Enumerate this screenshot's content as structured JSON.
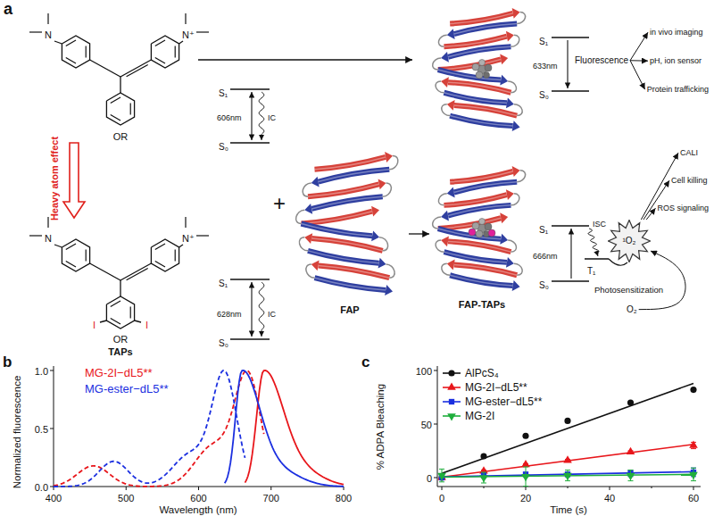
{
  "diagram": {
    "nodes": [
      {
        "text": [
          "Fluorescence"
        ]
      },
      {
        "text": [
          "in vivo imaging"
        ]
      },
      {
        "text": [
          "pH, ion sensor"
        ]
      },
      {
        "text": [
          "Protein trafficking"
        ]
      },
      {
        "text": [
          "CALI"
        ]
      },
      {
        "text": [
          "Cell killing"
        ]
      },
      {
        "text": [
          "ROS signaling"
        ]
      },
      {
        "text": [
          "¹O₂"
        ]
      },
      {
        "text": [
          "O₂"
        ]
      }
    ],
    "edges": [
      {
        "from": 0,
        "to": 1,
        "arrow": "to"
      },
      {
        "from": 0,
        "to": 2,
        "arrow": "to"
      },
      {
        "from": 0,
        "to": 3,
        "arrow": "to"
      },
      {
        "from": 7,
        "to": 4,
        "arrow": "to"
      },
      {
        "from": 7,
        "to": 5,
        "arrow": "to"
      },
      {
        "from": 7,
        "to": 6,
        "arrow": "to"
      },
      {
        "from": 8,
        "to": 7,
        "arrow": "to"
      }
    ],
    "labels": [
      "a",
      "N",
      "N⁺",
      "OR",
      "Heavy atom effect",
      "N",
      "N⁺",
      "I",
      "I",
      "OR",
      "TAPs",
      "S₁",
      "606nm",
      "IC",
      "S₀",
      "S₁",
      "628nm",
      "IC",
      "S₀",
      "+",
      "FAP",
      "S₁",
      "633nm",
      "S₀",
      "FAP-TAPs",
      "S₁",
      "666nm",
      "ISC",
      "T₁",
      "S₀",
      "Photosensitization",
      "b",
      "MG-2I−dL5**",
      "MG-ester−dL5**",
      "400",
      "500",
      "600",
      "700",
      "800",
      "0.0",
      "0.5",
      "1.0",
      "Normalized fluorescence",
      "Wavelength (nm)",
      "c",
      "0",
      "20",
      "40",
      "60",
      "0",
      "50",
      "100",
      "% ADPA Bleaching",
      "Time (s)"
    ],
    "legend": [
      {
        "text": "AlPcS₄"
      },
      {
        "text": "MG-2I−dL5**"
      },
      {
        "text": "MG-ester−dL5**"
      },
      {
        "text": "MG-2I"
      }
    ]
  }
}
